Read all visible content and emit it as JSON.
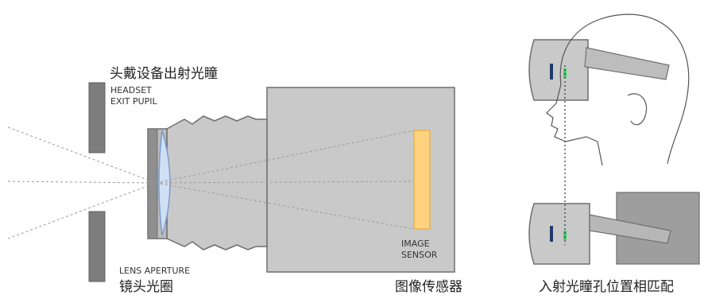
{
  "left_panel": {
    "headset_exit_pupil_cn": "头戴设备出射光瞳",
    "headset_exit_pupil_en_line1": "HEADSET",
    "headset_exit_pupil_en_line2": "EXIT PUPIL",
    "lens_aperture_en": "LENS APERTURE",
    "lens_aperture_cn": "镜头光圈",
    "image_sensor_en_line1": "IMAGE",
    "image_sensor_en_line2": "SENSOR",
    "image_sensor_cn": "图像传感器"
  },
  "right_panel": {
    "caption_cn": "入射光瞳孔位置相匹配"
  },
  "colors": {
    "body_fill": "#c9c9c9",
    "body_stroke": "#6f6f6f",
    "pupil_bar": "#7d7d7d",
    "lens_fill": "#cfe0f5",
    "lens_stroke": "#7a9ccd",
    "sensor_fill": "#ffd27f",
    "sensor_stroke": "#e8b34d",
    "eye_marker_blue": "#1f3a6b",
    "eye_marker_green": "#3fd26a",
    "ray_line": "#9a9a9a"
  }
}
